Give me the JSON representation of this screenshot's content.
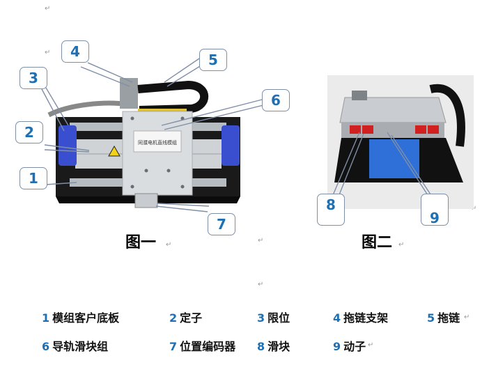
{
  "paragraph_mark": "↵",
  "figure1": {
    "caption": "图一",
    "plate_text": "同濮电机直线模组",
    "callouts": [
      "1",
      "2",
      "3",
      "4",
      "5",
      "6",
      "7"
    ]
  },
  "figure2": {
    "caption": "图二",
    "callouts": [
      "8",
      "9"
    ]
  },
  "legend": [
    {
      "num": "1",
      "label": "模组客户底板"
    },
    {
      "num": "2",
      "label": "定子"
    },
    {
      "num": "3",
      "label": "限位"
    },
    {
      "num": "4",
      "label": "拖链支架"
    },
    {
      "num": "5",
      "label": "拖链"
    },
    {
      "num": "6",
      "label": "导轨滑块组"
    },
    {
      "num": "7",
      "label": "位置编码器"
    },
    {
      "num": "8",
      "label": "滑块"
    },
    {
      "num": "9",
      "label": "动子"
    }
  ],
  "colors": {
    "accent": "#1f6fb2",
    "limit_block": "#3a4fd0",
    "rail_red": "#d02020",
    "mover_blue": "#2f6fd8"
  }
}
